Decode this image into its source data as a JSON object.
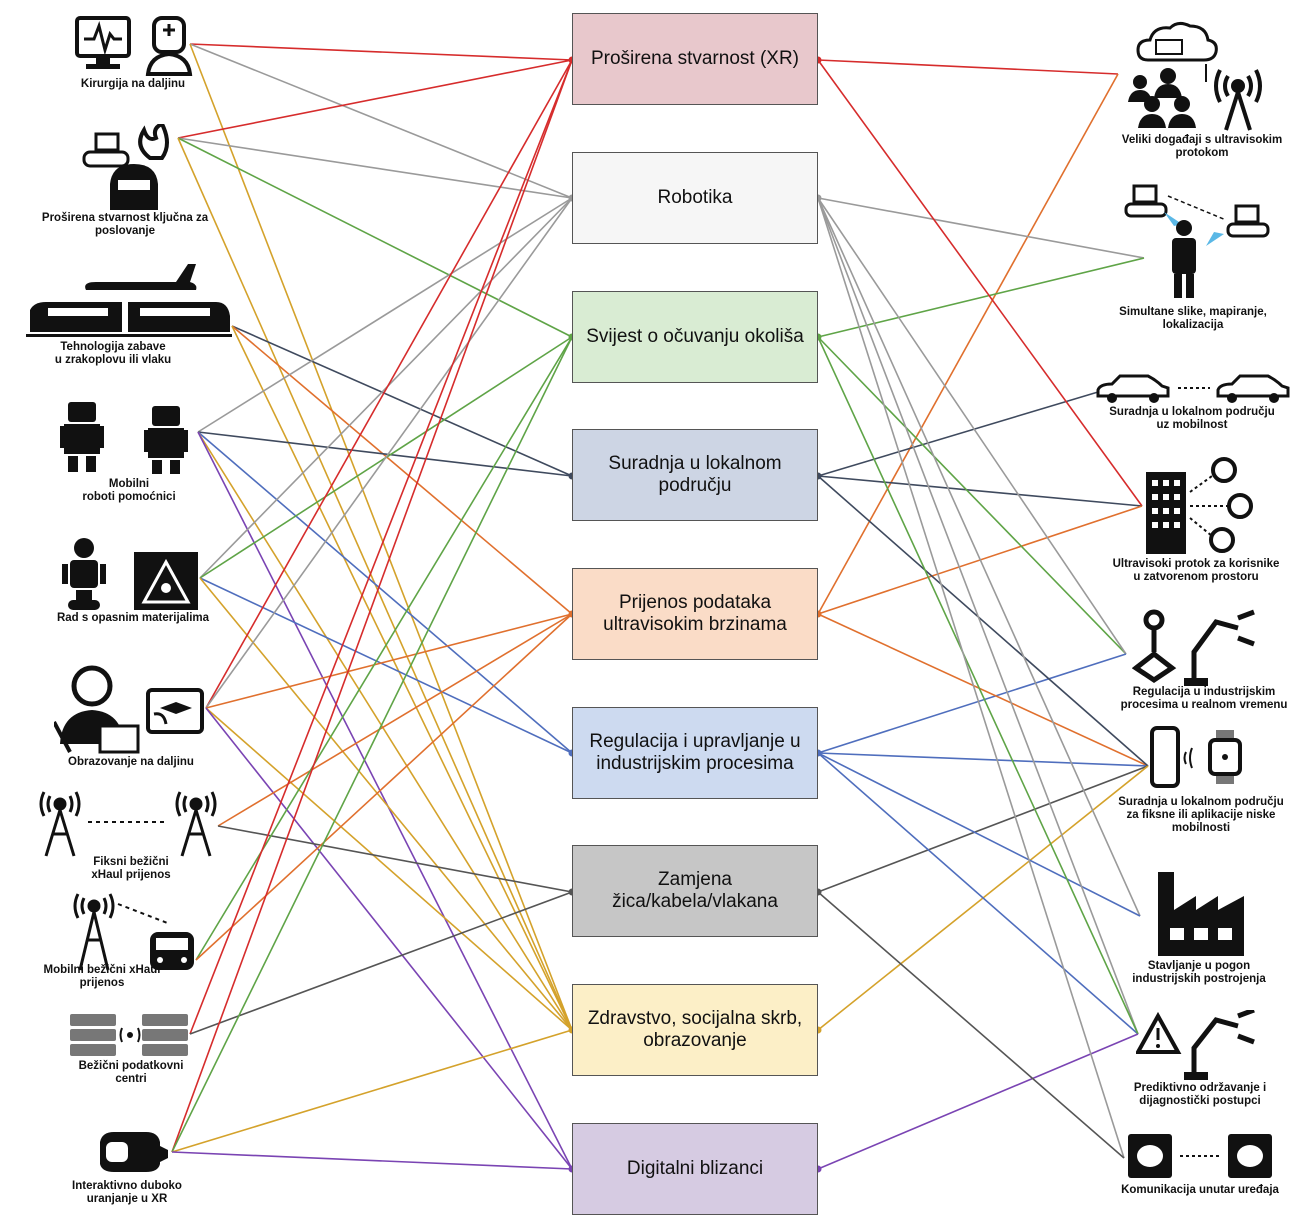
{
  "colors": {
    "xr": "#d62c2c",
    "robotics": "#9a9a9a",
    "environment": "#5fa447",
    "local": "#3f4a5e",
    "transfer": "#e0702e",
    "industrial": "#4f6ebd",
    "wire": "#555555",
    "health": "#d4a22b",
    "twins": "#7a44b3"
  },
  "hubs": [
    {
      "id": "xr",
      "label": "Proširena stvarnost (XR)",
      "fill": "#e8c8cc"
    },
    {
      "id": "robotics",
      "label": "Robotika",
      "fill": "#f6f6f6"
    },
    {
      "id": "environment",
      "label": "Svijest o očuvanju okoliša",
      "fill": "#d9ecd3"
    },
    {
      "id": "local",
      "label": "Suradnja u lokalnom području",
      "fill": "#cdd5e4"
    },
    {
      "id": "transfer",
      "label": "Prijenos podataka ultravisokim brzinama",
      "fill": "#fadcc7"
    },
    {
      "id": "industrial",
      "label": "Regulacija i upravljanje u industrijskim procesima",
      "fill": "#cddaf0"
    },
    {
      "id": "wire",
      "label": "Zamjena žica/kabela/vlakana",
      "fill": "#c6c6c6"
    },
    {
      "id": "health",
      "label": "Zdravstvo, socijalna skrb, obrazovanje",
      "fill": "#fcefc7"
    },
    {
      "id": "twins",
      "label": "Digitalni blizanci",
      "fill": "#d6cbe2"
    }
  ],
  "left_nodes": [
    {
      "id": "L1",
      "label": "Kirurgija na daljinu",
      "icon": "monitor-surgeon-icon"
    },
    {
      "id": "L2",
      "label": "Proširena stvarnost ključna za poslovanje",
      "icon": "robot-firefighter-icon"
    },
    {
      "id": "L3",
      "label": "Tehnologija zabave\nu zrakoplovu ili vlaku",
      "icon": "plane-train-icon"
    },
    {
      "id": "L4",
      "label": "Mobilni\nroboti pomoćnici",
      "icon": "mobile-robots-icon"
    },
    {
      "id": "L5",
      "label": "Rad s opasnim materijalima",
      "icon": "hazard-robot-icon"
    },
    {
      "id": "L6",
      "label": "Obrazovanje na daljinu",
      "icon": "teacher-icon"
    },
    {
      "id": "L7",
      "label": "Fiksni bežični\nxHaul prijenos",
      "icon": "antenna-pair-icon"
    },
    {
      "id": "L8",
      "label": "Mobilni bežični xHaul\nprijenos",
      "icon": "antenna-train-icon"
    },
    {
      "id": "L9",
      "label": "Bežični podatkovni\ncentri",
      "icon": "servers-icon"
    },
    {
      "id": "L10",
      "label": "Interaktivno duboko\nuranjanje u XR",
      "icon": "vr-headset-icon"
    }
  ],
  "right_nodes": [
    {
      "id": "R1",
      "label": "Veliki događaji s ultravisokim\nprotokom",
      "icon": "crowd-antenna-icon"
    },
    {
      "id": "R2",
      "label": "Simultane slike, mapiranje,\nlokalizacija",
      "icon": "robot-person-icon"
    },
    {
      "id": "R3",
      "label": "Suradnja u lokalnom području\nuz mobilnost",
      "icon": "cars-icon"
    },
    {
      "id": "R4",
      "label": "Ultravisoki protok za korisnike\nu zatvorenom prostoru",
      "icon": "building-users-icon"
    },
    {
      "id": "R5",
      "label": "Regulacija u industrijskim\nprocesima u realnom vremenu",
      "icon": "joystick-arm-icon"
    },
    {
      "id": "R6",
      "label": "Suradnja u lokalnom području\nza fiksne ili aplikacije niske\nmobilnosti",
      "icon": "phone-watch-icon"
    },
    {
      "id": "R7",
      "label": "Stavljanje u pogon\nindustrijskih postrojenja",
      "icon": "factory-icon"
    },
    {
      "id": "R8",
      "label": "Prediktivno održavanje i\ndijagnostički postupci",
      "icon": "warning-arm-icon"
    },
    {
      "id": "R9",
      "label": "Komunikacija unutar uređaja",
      "icon": "chips-icon"
    }
  ],
  "links": [
    {
      "from": "L1",
      "to": "xr"
    },
    {
      "from": "L1",
      "to": "robotics"
    },
    {
      "from": "L1",
      "to": "health"
    },
    {
      "from": "L2",
      "to": "xr"
    },
    {
      "from": "L2",
      "to": "robotics"
    },
    {
      "from": "L2",
      "to": "environment"
    },
    {
      "from": "L2",
      "to": "health"
    },
    {
      "from": "L3",
      "to": "local"
    },
    {
      "from": "L3",
      "to": "transfer"
    },
    {
      "from": "L3",
      "to": "health"
    },
    {
      "from": "L4",
      "to": "robotics"
    },
    {
      "from": "L4",
      "to": "local"
    },
    {
      "from": "L4",
      "to": "industrial"
    },
    {
      "from": "L4",
      "to": "health"
    },
    {
      "from": "L4",
      "to": "twins"
    },
    {
      "from": "L5",
      "to": "robotics"
    },
    {
      "from": "L5",
      "to": "environment"
    },
    {
      "from": "L5",
      "to": "industrial"
    },
    {
      "from": "L5",
      "to": "health"
    },
    {
      "from": "L6",
      "to": "xr"
    },
    {
      "from": "L6",
      "to": "robotics"
    },
    {
      "from": "L6",
      "to": "transfer"
    },
    {
      "from": "L6",
      "to": "health"
    },
    {
      "from": "L6",
      "to": "twins"
    },
    {
      "from": "L7",
      "to": "transfer"
    },
    {
      "from": "L7",
      "to": "wire"
    },
    {
      "from": "L8",
      "to": "environment"
    },
    {
      "from": "L8",
      "to": "transfer"
    },
    {
      "from": "L9",
      "to": "xr"
    },
    {
      "from": "L9",
      "to": "wire"
    },
    {
      "from": "L10",
      "to": "xr"
    },
    {
      "from": "L10",
      "to": "environment"
    },
    {
      "from": "L10",
      "to": "health"
    },
    {
      "from": "L10",
      "to": "twins"
    },
    {
      "from": "R1",
      "to": "xr"
    },
    {
      "from": "R1",
      "to": "transfer"
    },
    {
      "from": "R2",
      "to": "robotics"
    },
    {
      "from": "R2",
      "to": "environment"
    },
    {
      "from": "R3",
      "to": "local"
    },
    {
      "from": "R4",
      "to": "xr"
    },
    {
      "from": "R4",
      "to": "local"
    },
    {
      "from": "R4",
      "to": "transfer"
    },
    {
      "from": "R5",
      "to": "environment"
    },
    {
      "from": "R5",
      "to": "robotics"
    },
    {
      "from": "R5",
      "to": "industrial"
    },
    {
      "from": "R6",
      "to": "transfer"
    },
    {
      "from": "R6",
      "to": "industrial"
    },
    {
      "from": "R6",
      "to": "wire"
    },
    {
      "from": "R6",
      "to": "local"
    },
    {
      "from": "R6",
      "to": "health"
    },
    {
      "from": "R7",
      "to": "robotics"
    },
    {
      "from": "R7",
      "to": "industrial"
    },
    {
      "from": "R8",
      "to": "robotics"
    },
    {
      "from": "R8",
      "to": "industrial"
    },
    {
      "from": "R8",
      "to": "environment"
    },
    {
      "from": "R8",
      "to": "twins"
    },
    {
      "from": "R9",
      "to": "robotics"
    },
    {
      "from": "R9",
      "to": "wire"
    }
  ]
}
